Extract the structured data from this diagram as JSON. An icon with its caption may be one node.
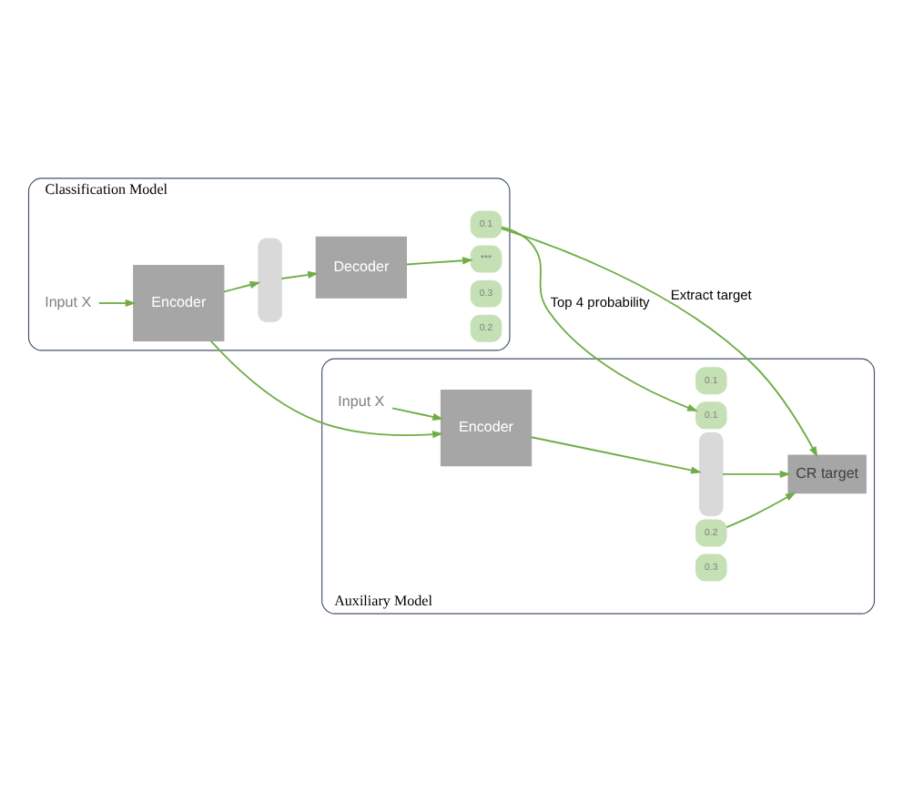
{
  "diagram": {
    "nodes": [
      {
        "text": [
          "Classification Model"
        ]
      },
      {
        "text": [
          "Input X"
        ],
        "in": 0
      },
      {
        "text": [
          "Encoder"
        ],
        "in": 0
      },
      {
        "text": [],
        "shape": "bar",
        "in": 0
      },
      {
        "text": [
          "Decoder"
        ],
        "in": 0
      },
      {
        "text": [
          "0.2"
        ],
        "in": 0
      },
      {
        "text": [
          "0.3"
        ],
        "in": 0
      },
      {
        "text": [
          "***"
        ],
        "in": 0
      },
      {
        "text": [
          "0.1"
        ],
        "in": 0
      },
      {
        "text": [
          "Auxiliary Model"
        ]
      },
      {
        "text": [
          "Input X"
        ],
        "in": 9
      },
      {
        "text": [
          "Encoder"
        ],
        "in": 9
      },
      {
        "text": [],
        "shape": "bar",
        "in": 9
      },
      {
        "text": [
          "CR target"
        ],
        "in": 9
      },
      {
        "text": [
          "0.3"
        ],
        "in": 9
      },
      {
        "text": [
          "0.2"
        ],
        "in": 9
      },
      {
        "text": [
          "0.1"
        ],
        "in": 9
      },
      {
        "text": [
          "0.1"
        ],
        "in": 9
      }
    ],
    "edges": [
      {
        "from": 1,
        "to": 2,
        "arrow": "to"
      },
      {
        "from": 2,
        "to": 3,
        "arrow": "to"
      },
      {
        "from": 3,
        "to": 4,
        "arrow": "to"
      },
      {
        "from": 4,
        "to": 7,
        "arrow": "to"
      },
      {
        "from": 2,
        "to": 11,
        "arrow": "to"
      },
      {
        "from": 10,
        "to": 11,
        "arrow": "to"
      },
      {
        "from": 11,
        "to": 12,
        "arrow": "to"
      },
      {
        "from": 12,
        "to": 13,
        "arrow": "to"
      },
      {
        "from": 15,
        "to": 13,
        "arrow": "to"
      },
      {
        "from": 8,
        "to": 13,
        "arrow": "to",
        "label": "Extract target"
      },
      {
        "from": 8,
        "to": 16,
        "arrow": "to",
        "label": "Top 4 probability"
      }
    ]
  }
}
